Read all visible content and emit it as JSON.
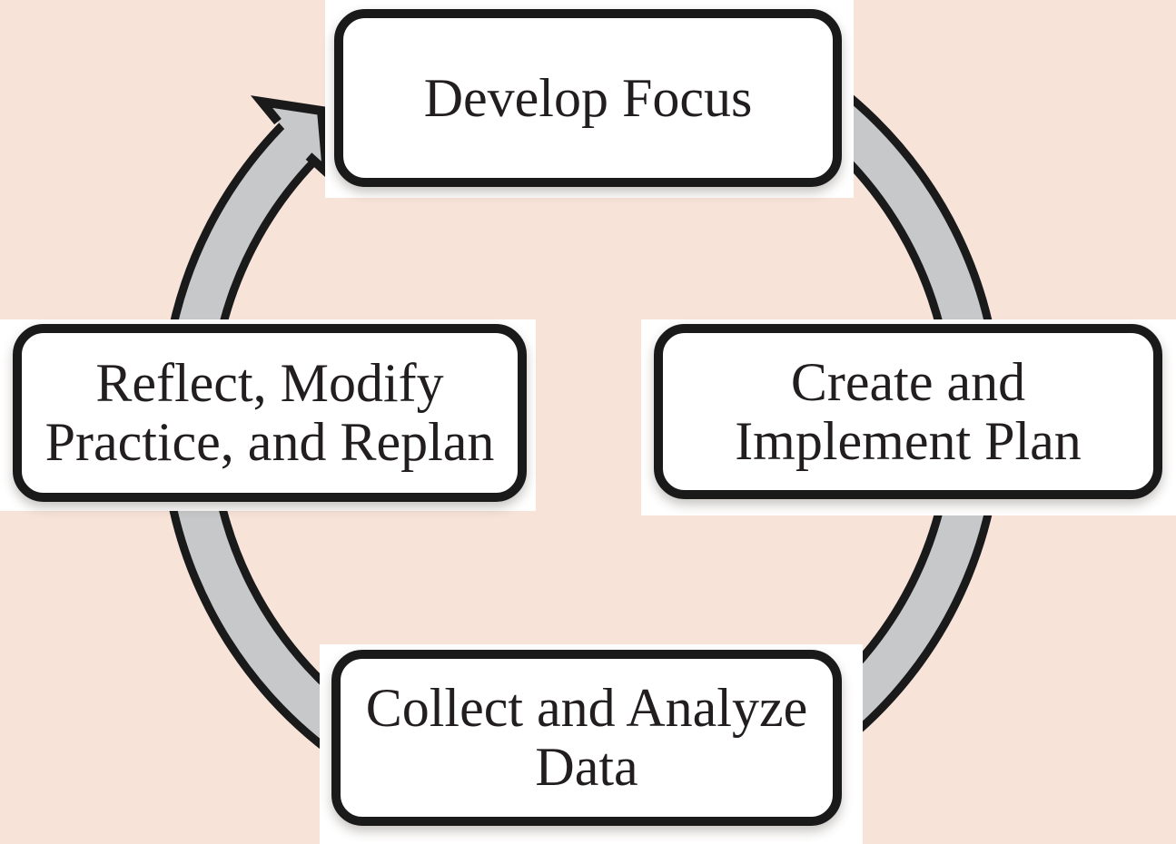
{
  "diagram": {
    "type": "cycle",
    "direction": "clockwise",
    "background_color": "#f7e3d7",
    "band_color": "#ffffff",
    "arrow_fill_color": "#c7c8ca",
    "outline_color": "#1a1a1a",
    "box_fill_color": "#ffffff",
    "text_color": "#221e1f",
    "nodes": [
      {
        "id": "develop-focus",
        "label": "Develop Focus",
        "position": "top",
        "lines": [
          "Develop Focus"
        ]
      },
      {
        "id": "create-implement-plan",
        "label": "Create and Implement Plan",
        "position": "right",
        "lines": [
          "Create and",
          "Implement Plan"
        ]
      },
      {
        "id": "collect-analyze-data",
        "label": "Collect and Analyze Data",
        "position": "bottom",
        "lines": [
          "Collect and Analyze",
          "Data"
        ]
      },
      {
        "id": "reflect-modify-replan",
        "label": "Reflect, Modify Practice, and Replan",
        "position": "left",
        "lines": [
          "Reflect, Modify",
          "Practice, and Replan"
        ]
      }
    ]
  }
}
